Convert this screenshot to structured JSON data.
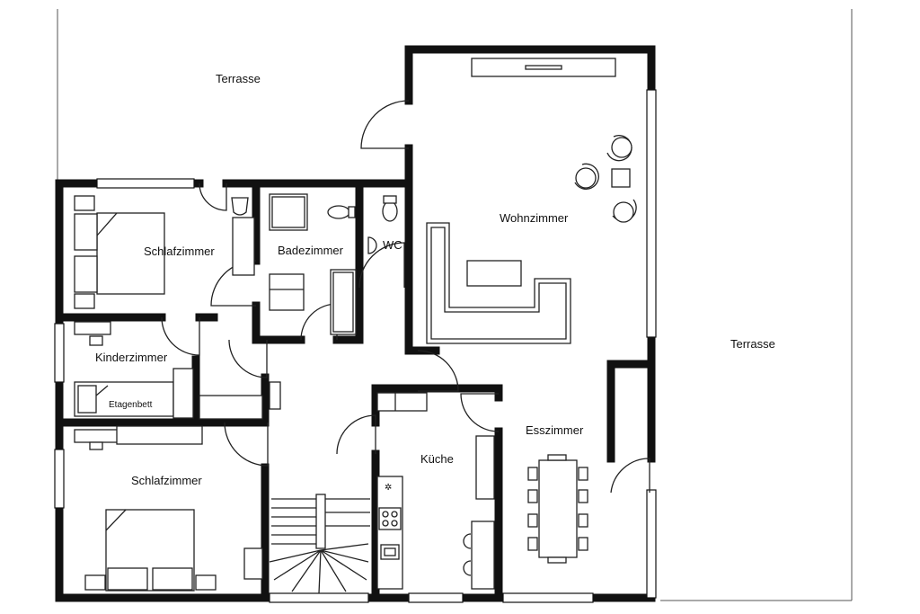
{
  "plan": {
    "rooms": {
      "terrace_top": "Terrasse",
      "terrace_right": "Terrasse",
      "bedroom_upper": "Schlafzimmer",
      "bathroom": "Badezimmer",
      "wc": "WC",
      "living_room": "Wohnzimmer",
      "kids_room": "Kinderzimmer",
      "bunk_bed": "Etagenbett",
      "kitchen": "Küche",
      "dining_room": "Esszimmer",
      "bedroom_lower": "Schlafzimmer"
    }
  }
}
